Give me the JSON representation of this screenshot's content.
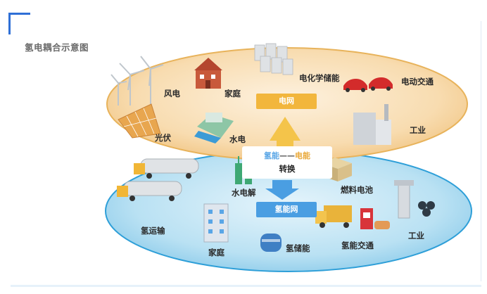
{
  "diagram": {
    "title": "氢电耦合示意图",
    "grid_label": "电网",
    "hydrogen_label": "氢能网",
    "conversion": {
      "hydrogen": "氢能",
      "electric": "电能",
      "label": "转换"
    },
    "upper_nodes": {
      "wind": "风电",
      "home": "家庭",
      "battery_storage": "电化学储能",
      "ev": "电动交通",
      "solar": "光伏",
      "hydro": "水电",
      "industry": "工业"
    },
    "lower_nodes": {
      "electrolysis": "水电解",
      "fuel_cell": "燃料电池",
      "transport": "氢运输",
      "home": "家庭",
      "storage": "氢储能",
      "h2_vehicles": "氢能交通",
      "industry": "工业"
    },
    "colors": {
      "grid_layer": "#f7d9a8",
      "hydrogen_layer": "#9fd2ee",
      "grid_accent": "#f2b63c",
      "hydrogen_accent": "#4a9ee2"
    }
  }
}
